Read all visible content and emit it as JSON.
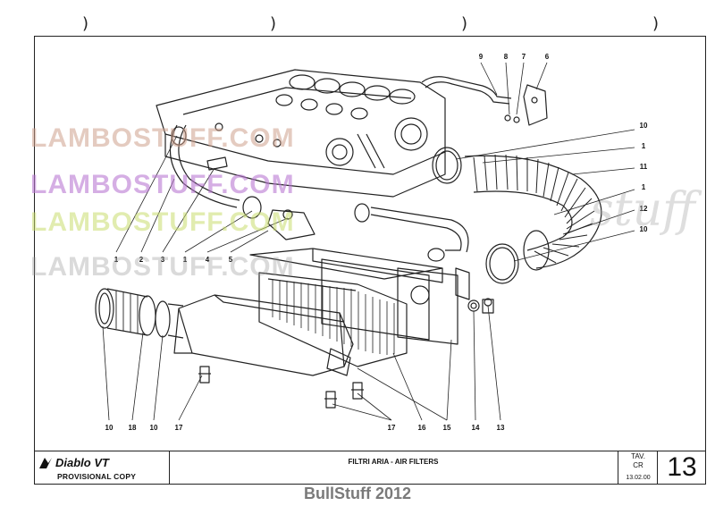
{
  "header_marks": [
    ")",
    ")",
    ")",
    ")"
  ],
  "watermarks": [
    "LAMBOSTUFF.COM",
    "LAMBOSTUFF.COM",
    "LAMBOSTUFF.COM",
    "LAMBOSTUFF.COM"
  ],
  "watermark_script": "stuff",
  "brand_logo": "Diablo VT",
  "provisional_copy": "PROVISIONAL COPY",
  "sheet_title": "FILTRI ARIA - AIR FILTERS",
  "table_ref": {
    "tav": "TAV.",
    "code": "CR",
    "date": "13.02.00"
  },
  "sheet_number": "13",
  "footer_text": "BullStuff 2012",
  "callouts": {
    "c9": "9",
    "c8": "8",
    "c7": "7",
    "c6": "6",
    "c10a": "10",
    "c1a": "1",
    "c11": "11",
    "c1b": "1",
    "c12": "12",
    "c10b": "10",
    "c1c": "1",
    "c2": "2",
    "c3": "3",
    "c1d": "1",
    "c4": "4",
    "c5": "5",
    "c10c": "10",
    "c18": "18",
    "c10d": "10",
    "c17a": "17",
    "c17b": "17",
    "c16": "16",
    "c15": "15",
    "c14": "14",
    "c13": "13"
  }
}
